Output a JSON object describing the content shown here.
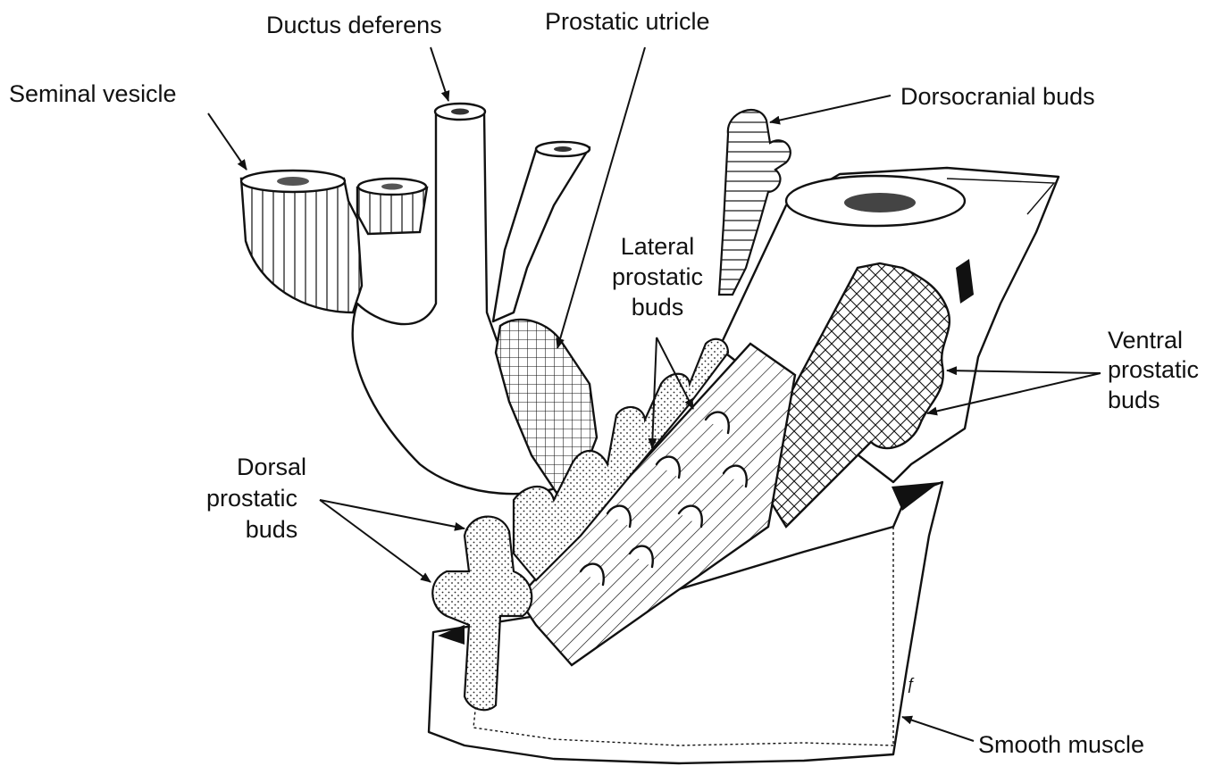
{
  "labels": {
    "seminal_vesicle": "Seminal vesicle",
    "ductus_deferens": "Ductus deferens",
    "prostatic_utricle": "Prostatic utricle",
    "dorsocranial_buds": "Dorsocranial buds",
    "lateral_1": "Lateral",
    "lateral_2": "prostatic",
    "lateral_3": "buds",
    "ventral_1": "Ventral",
    "ventral_2": "prostatic",
    "ventral_3": "buds",
    "dorsal_1": "Dorsal",
    "dorsal_2": "prostatic",
    "dorsal_3": "buds",
    "smooth_muscle": "Smooth muscle"
  },
  "colors": {
    "ink": "#111111",
    "paper": "#ffffff"
  }
}
